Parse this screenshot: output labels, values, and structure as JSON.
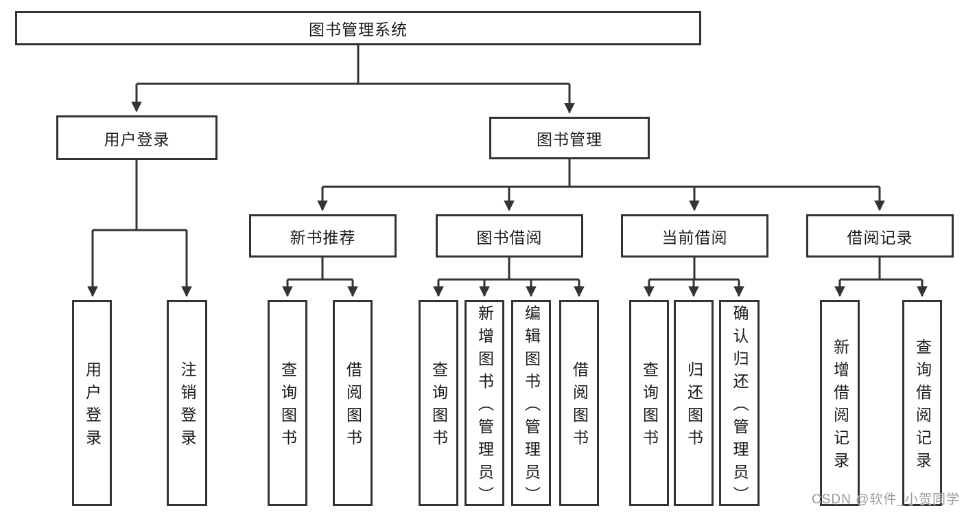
{
  "title": "图书管理系统",
  "user_branch": {
    "label": "用户登录",
    "children": [
      "用户登录",
      "注销登录"
    ]
  },
  "book_branch": {
    "label": "图书管理",
    "sections": [
      {
        "label": "新书推荐",
        "children": [
          "查询图书",
          "借阅图书"
        ]
      },
      {
        "label": "图书借阅",
        "children": [
          "查询图书",
          "新增图书（管理员）",
          "编辑图书（管理员）",
          "借阅图书"
        ]
      },
      {
        "label": "当前借阅",
        "children": [
          "查询图书",
          "归还图书",
          "确认归还（管理员）"
        ]
      },
      {
        "label": "借阅记录",
        "children": [
          "新增借阅记录",
          "查询借阅记录"
        ]
      }
    ]
  },
  "watermark": "CSDN @软件_小贺同学",
  "colors": {
    "line": "#333333",
    "text": "#1a1a1a",
    "background": "#ffffff",
    "watermark": "#949494"
  }
}
